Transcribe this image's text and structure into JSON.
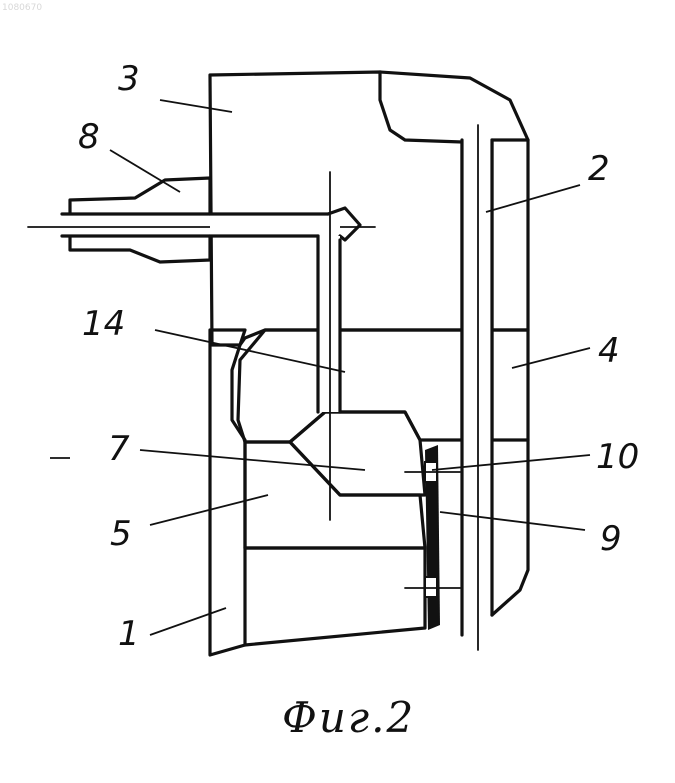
{
  "watermark": "1080670",
  "caption": "Фиг.2",
  "labels": {
    "l1": "1",
    "l2": "2",
    "l3": "3",
    "l4": "4",
    "l5": "5",
    "l7": "7",
    "l8": "8",
    "l9": "9",
    "l10": "10",
    "l14": "14"
  }
}
